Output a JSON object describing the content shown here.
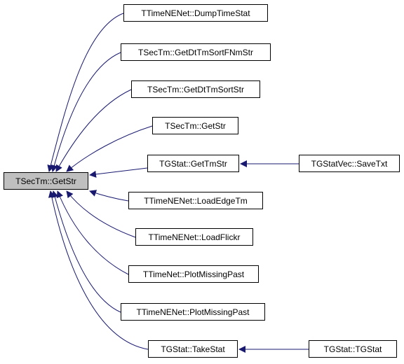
{
  "colors": {
    "edge": "#191970",
    "node_border": "#000000",
    "node_fill": "#ffffff",
    "root_fill": "#bfbfbf"
  },
  "nodes": {
    "root": "TSecTm::GetStr",
    "dump_time_stat": "TTimeNENet::DumpTimeStat",
    "get_dt_tm_sort_fnm_str": "TSecTm::GetDtTmSortFNmStr",
    "get_dt_tm_sort_str": "TSecTm::GetDtTmSortStr",
    "sectm_get_str": "TSecTm::GetStr",
    "get_tm_str": "TGStat::GetTmStr",
    "load_edge_tm": "TTimeNENet::LoadEdgeTm",
    "load_flickr": "TTimeNENet::LoadFlickr",
    "timenet_plot_missing_past": "TTimeNet::PlotMissingPast",
    "timenenet_plot_missing_past": "TTimeNENet::PlotMissingPast",
    "take_stat": "TGStat::TakeStat",
    "save_txt": "TGStatVec::SaveTxt",
    "tgstat_ctor": "TGStat::TGStat"
  }
}
